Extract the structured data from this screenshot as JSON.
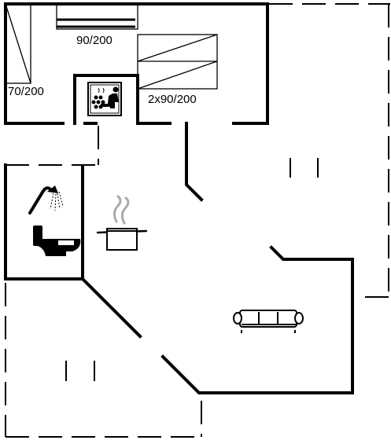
{
  "bed_labels": {
    "single": "70/200",
    "top": "90/200",
    "twin": "2x90/200"
  },
  "icons": {
    "sauna": "sauna-icon",
    "shower": "shower-icon",
    "toilet": "toilet-icon",
    "kitchen": "cooking-pot-icon",
    "living": "sofa-icon"
  },
  "colors": {
    "walls": "#000000",
    "background": "#ffffff"
  }
}
